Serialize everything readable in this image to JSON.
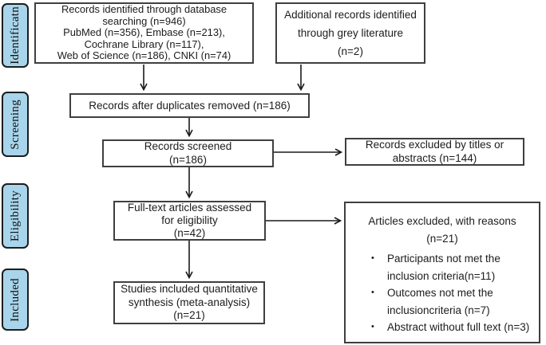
{
  "palette": {
    "stage_fill": "#a8d5eb",
    "stage_border": "#1d1d1d",
    "box_border": "#3f3f3f",
    "arrow_color": "#1a1a1a",
    "text_color": "#1c1c1c",
    "background": "#ffffff"
  },
  "stages": [
    {
      "label": "Identificatn"
    },
    {
      "label": "Screening"
    },
    {
      "label": "Eligibility"
    },
    {
      "label": "Included"
    }
  ],
  "boxes": {
    "database_records": {
      "lines": [
        "Records identified through database",
        "searching (n=946)",
        "PubMed (n=356), Embase (n=213),",
        "Cochrane Library (n=117),",
        "Web of Science (n=186), CNKI (n=74)"
      ]
    },
    "grey_literature": {
      "lines": [
        "Additional records identified",
        "through grey literature",
        "(n=2)"
      ]
    },
    "after_duplicates": {
      "lines": [
        "Records after duplicates removed (n=186)"
      ]
    },
    "screened": {
      "lines": [
        "Records screened",
        "(n=186)"
      ]
    },
    "excluded_titles": {
      "lines": [
        "Records excluded by titles or",
        "abstracts (n=144)"
      ]
    },
    "full_text": {
      "lines": [
        "Full-text articles assessed",
        "for eligibility",
        "(n=42)"
      ]
    },
    "articles_excluded": {
      "title_lines": [
        "Articles excluded, with reasons",
        "(n=21)"
      ],
      "bullet_glyph": "•",
      "bullets": [
        {
          "lines": [
            "Participants not met the",
            "inclusion criteria(n=11)"
          ]
        },
        {
          "lines": [
            "Outcomes not met the",
            "inclusioncriteria (n=7)"
          ]
        },
        {
          "lines": [
            "Abstract without full text (n=3)"
          ]
        }
      ]
    },
    "included_synthesis": {
      "lines": [
        "Studies included quantitative",
        "synthesis (meta-analysis)",
        "(n=21)"
      ]
    }
  }
}
